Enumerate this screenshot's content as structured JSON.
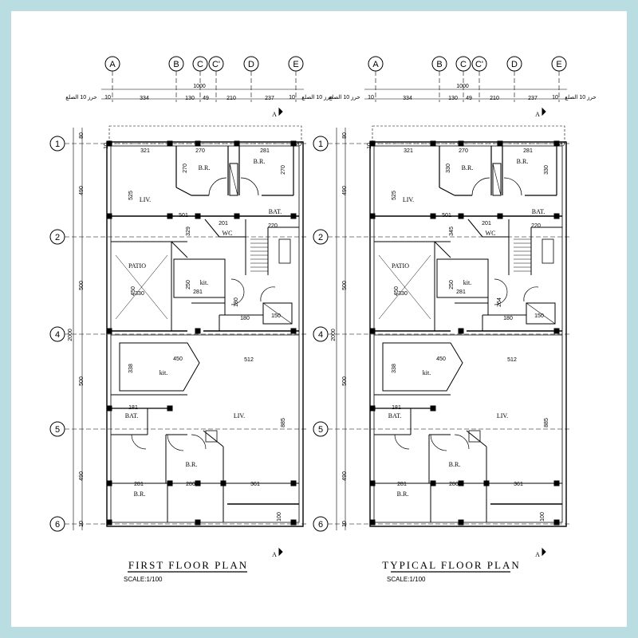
{
  "grid_cols": [
    "A",
    "B",
    "C",
    "C'",
    "D",
    "E"
  ],
  "grid_rows": [
    "1",
    "2",
    "4",
    "5",
    "6"
  ],
  "dims_top": {
    "total": "1000",
    "edge": "10",
    "segments": [
      "334",
      "130",
      "49",
      "210",
      "237"
    ],
    "setback": "حرز 10 الصلع"
  },
  "dims_left": {
    "total": "2000",
    "segments": [
      "80",
      "490",
      "500",
      "500",
      "490",
      "10"
    ]
  },
  "section_mark": "A",
  "plans": [
    {
      "title": "FIRST FLOOR PLAN",
      "scale": "SCALE:1/100",
      "rooms": [
        {
          "label": "LIV."
        },
        {
          "label": "B.R."
        },
        {
          "label": "B.R."
        },
        {
          "label": "BAT."
        },
        {
          "label": "WC"
        },
        {
          "label": "PATIO"
        },
        {
          "label": "kit."
        },
        {
          "label": "kit."
        },
        {
          "label": "BAT."
        },
        {
          "label": "LIV."
        },
        {
          "label": "B.R."
        },
        {
          "label": "B.R."
        }
      ],
      "dims": [
        "321",
        "270",
        "281",
        "270",
        "270",
        "525",
        "501",
        "329",
        "201",
        "220",
        "450",
        "250",
        "281",
        "330",
        "180",
        "150",
        "180",
        "450",
        "512",
        "338",
        "181",
        "885",
        "281",
        "280",
        "361",
        "100",
        "10",
        "20"
      ]
    },
    {
      "title": "TYPICAL FLOOR PLAN",
      "scale": "SCALE:1/100",
      "rooms": [
        {
          "label": "LIV."
        },
        {
          "label": "B.R."
        },
        {
          "label": "B.R."
        },
        {
          "label": "BAT."
        },
        {
          "label": "WC"
        },
        {
          "label": "PATIO"
        },
        {
          "label": "kit."
        },
        {
          "label": "kit."
        },
        {
          "label": "BAT."
        },
        {
          "label": "LIV."
        },
        {
          "label": "B.R."
        },
        {
          "label": "B.R."
        }
      ],
      "dims": [
        "321",
        "270",
        "281",
        "330",
        "330",
        "525",
        "501",
        "345",
        "201",
        "220",
        "450",
        "250",
        "281",
        "330",
        "180",
        "150",
        "264",
        "450",
        "512",
        "338",
        "181",
        "885",
        "281",
        "280",
        "361",
        "100",
        "10",
        "20"
      ]
    }
  ]
}
